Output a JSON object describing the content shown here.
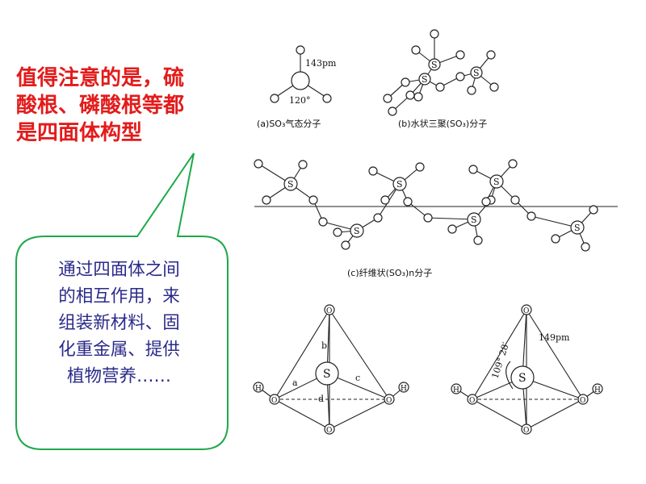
{
  "note": {
    "lines": [
      "值得注意的是，硫",
      "酸根、磷酸根等都",
      "是四面体构型"
    ],
    "color": "#e31b1b"
  },
  "bubble": {
    "lines": [
      "通过四面体之间",
      "的相互作用，来",
      "组装新材料、固",
      "化重金属、提供",
      "植物营养……"
    ],
    "border_color": "#1fa84a",
    "text_color": "#2a2a8a"
  },
  "diagram": {
    "a_length": "143pm",
    "a_angle": "120°",
    "a_caption": "(a)SO₃气态分子",
    "b_caption": "(b)水状三聚(SO₃)分子",
    "c_caption": "(c)纤维状(SO₃)n分子",
    "t2_length": "149pm",
    "t2_angle": "109° 28′",
    "atom_s": "S",
    "atom_o": "O",
    "atom_h": "H",
    "edge_a": "a",
    "edge_b": "b",
    "edge_c": "c",
    "edge_d": "d"
  }
}
